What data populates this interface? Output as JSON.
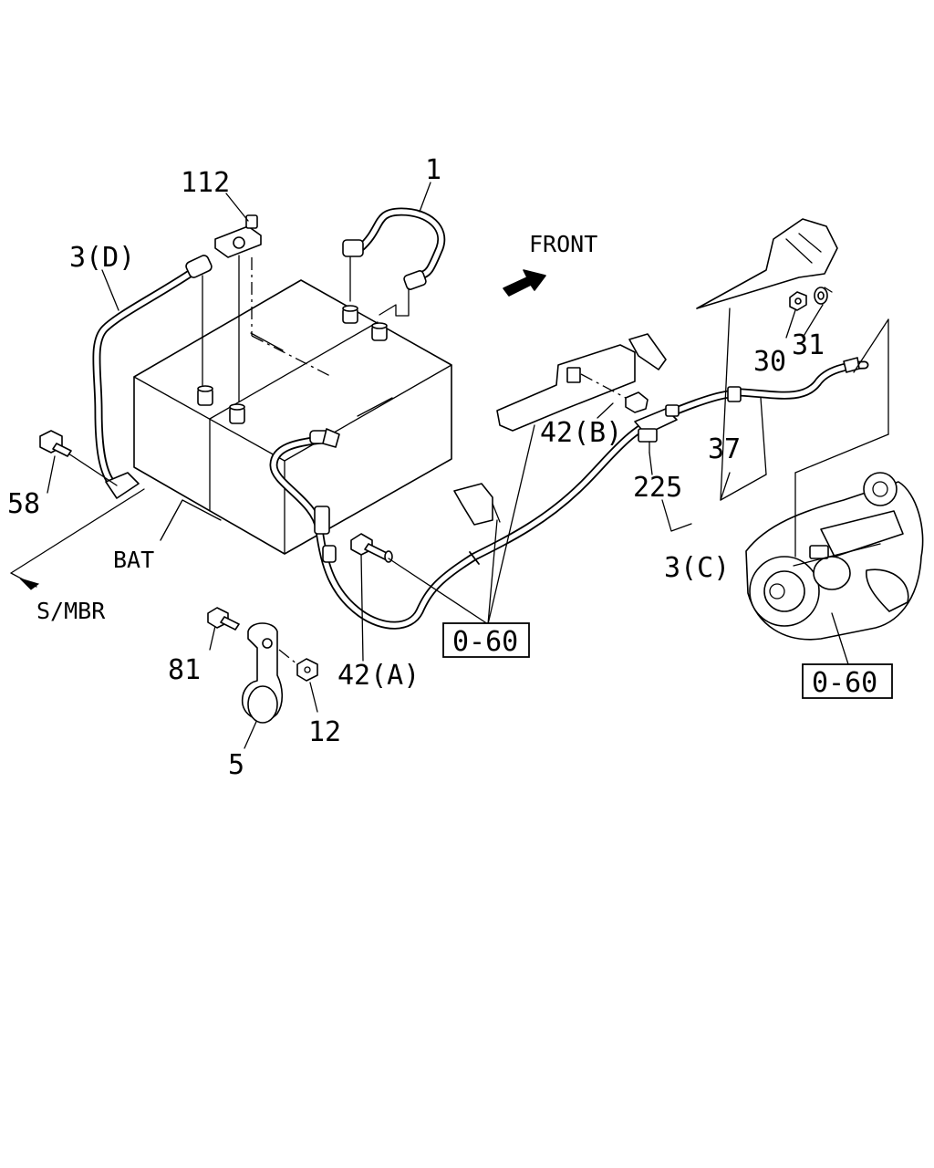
{
  "labels": {
    "part_1": "1",
    "part_112": "112",
    "part_3d": "3(D)",
    "front": "FRONT",
    "part_30": "30",
    "part_31": "31",
    "part_42b": "42(B)",
    "part_37": "37",
    "part_225": "225",
    "part_3c": "3(C)",
    "part_58": "58",
    "bat": "BAT",
    "s_mbr": "S/MBR",
    "part_81": "81",
    "part_42a": "42(A)",
    "ref_box_left": "0-60",
    "ref_box_right": "0-60",
    "part_12": "12",
    "part_5": "5"
  }
}
